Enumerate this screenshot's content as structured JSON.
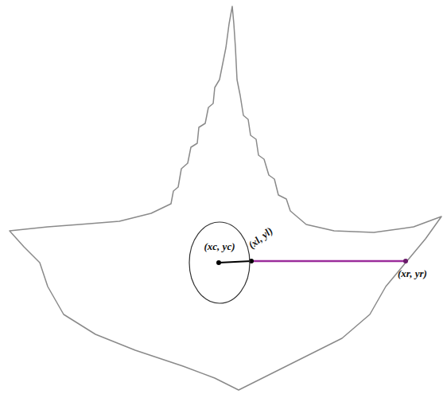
{
  "diagram": {
    "nodes": [
      {
        "text": [
          "(xc, yc)"
        ]
      }
    ],
    "labels": [
      "(xl, yl)",
      "(xr, yr)"
    ]
  }
}
